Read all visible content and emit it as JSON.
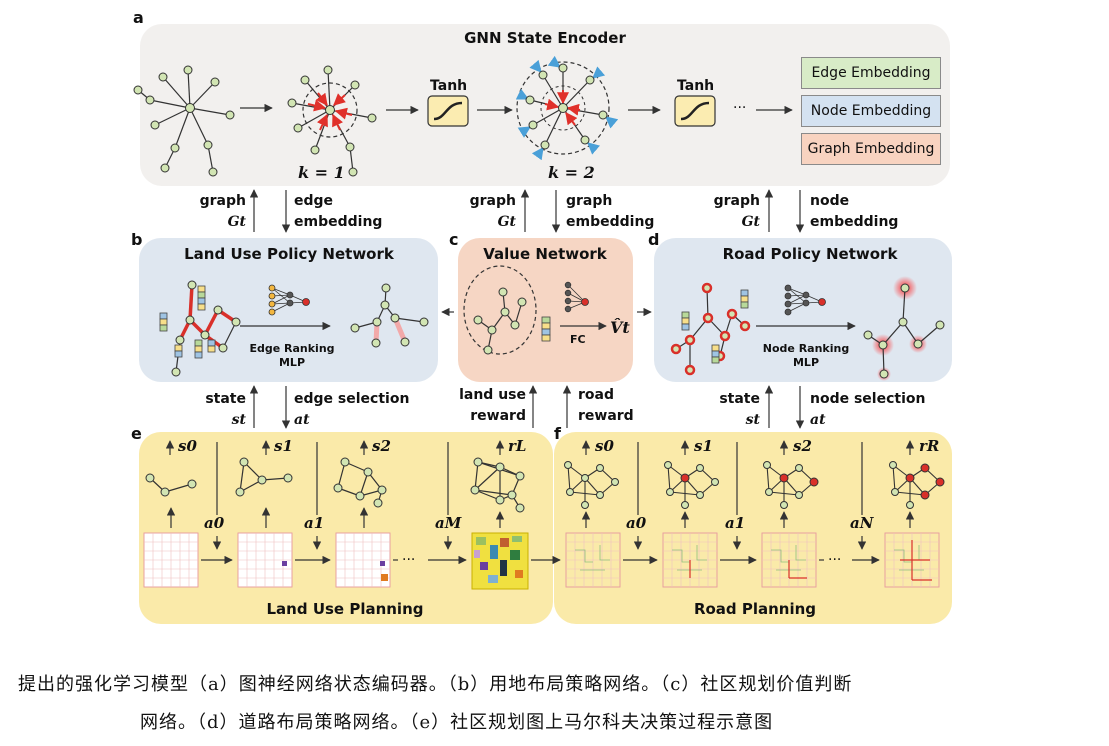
{
  "panels": {
    "a": {
      "letter": "a",
      "title": "GNN State Encoder",
      "k1": "k = 1",
      "k2": "k = 2",
      "tanh": "Tanh",
      "ellipsis": "···"
    },
    "legend": {
      "edge": "Edge Embedding",
      "node": "Node Embedding",
      "graph": "Graph Embedding"
    },
    "b": {
      "letter": "b",
      "title": "Land Use Policy Network",
      "mlp_line1": "Edge Ranking",
      "mlp_line2": "MLP"
    },
    "c": {
      "letter": "c",
      "title": "Value Network",
      "fc": "FC",
      "vt": "V̂t"
    },
    "d": {
      "letter": "d",
      "title": "Road Policy Network",
      "mlp_line1": "Node Ranking",
      "mlp_line2": "MLP"
    },
    "e": {
      "letter": "e",
      "title": "Land Use Planning",
      "s0": "s0",
      "s1": "s1",
      "s2": "s2",
      "rL": "rL",
      "a0": "a0",
      "a1": "a1",
      "aM": "aM",
      "dots": "···"
    },
    "f": {
      "letter": "f",
      "title": "Road Planning",
      "s0": "s0",
      "s1": "s1",
      "s2": "s2",
      "rR": "rR",
      "a0": "a0",
      "a1": "a1",
      "aN": "aN",
      "dots": "···"
    }
  },
  "arrows_ab": {
    "left_line1": "graph",
    "left_line2": "Gt",
    "right_line1": "edge",
    "right_line2": "embedding"
  },
  "arrows_ac": {
    "left_line1": "graph",
    "left_line2": "Gt",
    "right_line1": "graph",
    "right_line2": "embedding"
  },
  "arrows_ad": {
    "left_line1": "graph",
    "left_line2": "Gt",
    "right_line1": "node",
    "right_line2": "embedding"
  },
  "arrows_be": {
    "left_line1": "state",
    "left_line2": "st",
    "right_line1": "edge selection",
    "right_line2": "at"
  },
  "arrows_ce": {
    "left_line1": "land use",
    "left_line2": "reward",
    "right_line1": "road",
    "right_line2": "reward"
  },
  "arrows_df": {
    "left_line1": "state",
    "left_line2": "st",
    "right_line1": "node selection",
    "right_line2": "at"
  },
  "caption": {
    "line1": "提出的强化学习模型（a）图神经网络状态编码器。（b）用地布局策略网络。（c）社区规划价值判断",
    "line2": "网络。（d）道路布局策略网络。（e）社区规划图上马尔科夫决策过程示意图"
  },
  "colors": {
    "panel_a": "#f2f0ee",
    "panel_b": "#dfe7f0",
    "panel_c": "#f6d6c4",
    "panel_e": "#faeaa9",
    "node": "#d2e5b3",
    "road_red": "#d9302a",
    "edge_green": "#d8ecc7",
    "node_blue": "#d4e2f1",
    "graph_orange": "#f8d3c0"
  }
}
